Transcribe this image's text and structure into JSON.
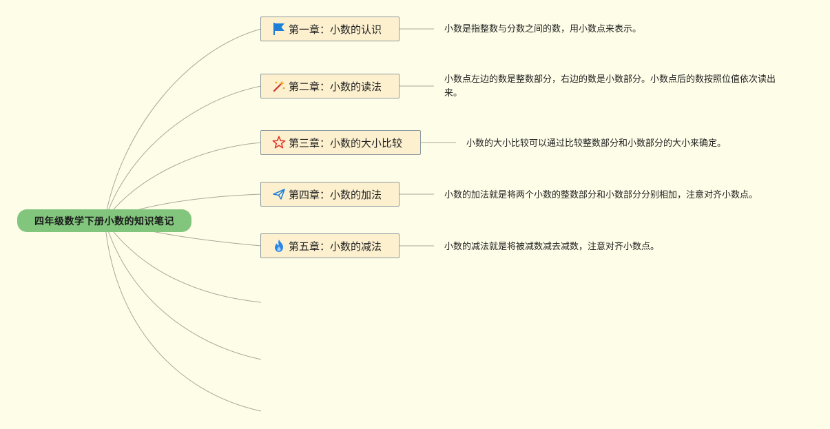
{
  "root": {
    "title": "四年级数学下册小数的知识笔记"
  },
  "chapters": [
    {
      "title": "第一章：小数的认识",
      "icon": "flag-icon",
      "note": "小数是指整数与分数之间的数，用小数点来表示。"
    },
    {
      "title": "第二章：小数的读法",
      "icon": "magic-wand-icon",
      "note": "小数点左边的数是整数部分，右边的数是小数部分。小数点后的数按照位值依次读出来。"
    },
    {
      "title": "第三章：小数的大小比较",
      "icon": "star-icon",
      "note": "小数的大小比较可以通过比较整数部分和小数部分的大小来确定。"
    },
    {
      "title": "第四章：小数的加法",
      "icon": "paper-plane-icon",
      "note": "小数的加法就是将两个小数的整数部分和小数部分分别相加，注意对齐小数点。"
    },
    {
      "title": "第五章：小数的减法",
      "icon": "fire-icon",
      "note": "小数的减法就是将被减数减去减数，注意对齐小数点。"
    }
  ],
  "colors": {
    "background": "#fefde8",
    "root_fill": "#82c57d",
    "topic_fill": "#fcf0cf",
    "topic_border": "#8c9aa0",
    "connector": "#a8a89a",
    "flag": "#1e7fd8",
    "star": "#e0352b",
    "fire": "#2b86e8"
  }
}
